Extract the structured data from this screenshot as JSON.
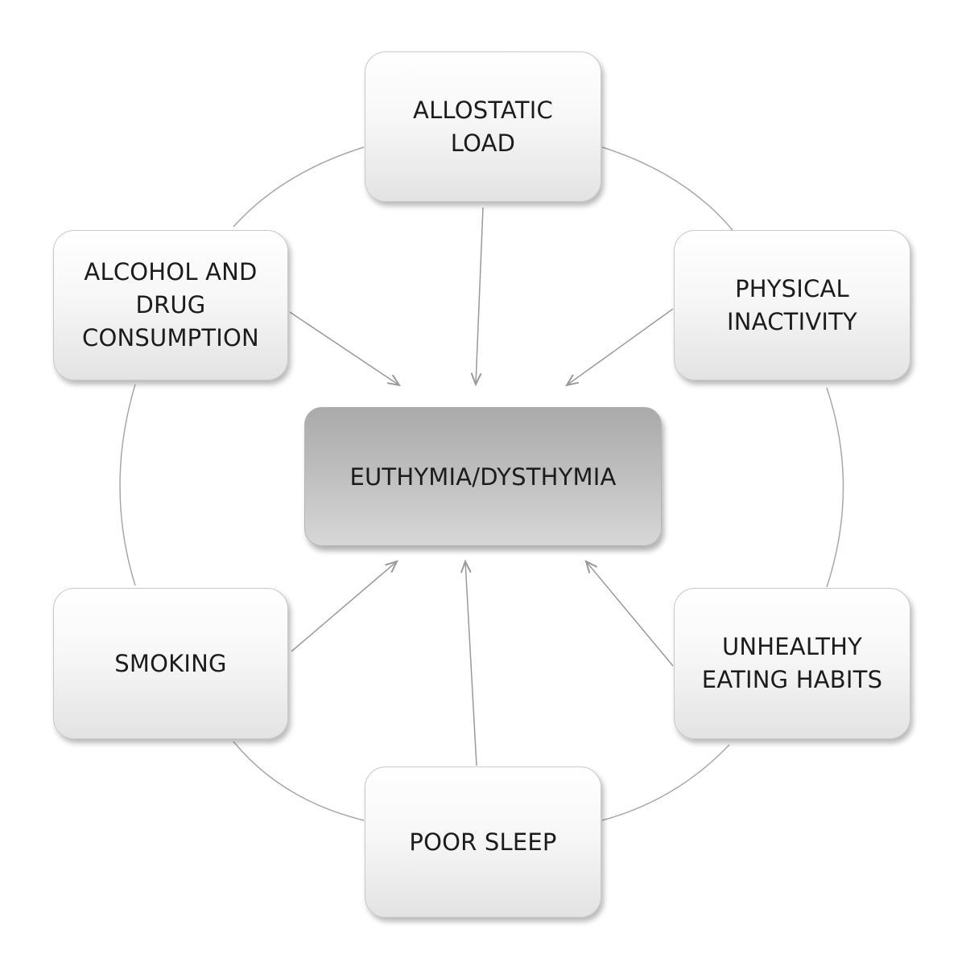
{
  "diagram": {
    "center": {
      "label": "EUTHYMIA/DYSTHYMIA"
    },
    "factors": [
      {
        "id": "allostatic-load",
        "lines": [
          "ALLOSTATIC",
          "LOAD"
        ]
      },
      {
        "id": "physical-inactivity",
        "lines": [
          "PHYSICAL",
          "INACTIVITY"
        ]
      },
      {
        "id": "unhealthy-eating-habits",
        "lines": [
          "UNHEALTHY",
          "EATING HABITS"
        ]
      },
      {
        "id": "poor-sleep",
        "lines": [
          "POOR SLEEP"
        ]
      },
      {
        "id": "smoking",
        "lines": [
          "SMOKING"
        ]
      },
      {
        "id": "alcohol-and-drug-consumption",
        "lines": [
          "ALCOHOL AND",
          "DRUG",
          "CONSUMPTION"
        ]
      }
    ],
    "colors": {
      "ring_line": "#a8a8a8",
      "arrow_line": "#9a9a9a",
      "node_border": "#c9c9c9",
      "center_fill": "#bdbdbd",
      "text": "#1c1c1c"
    }
  }
}
